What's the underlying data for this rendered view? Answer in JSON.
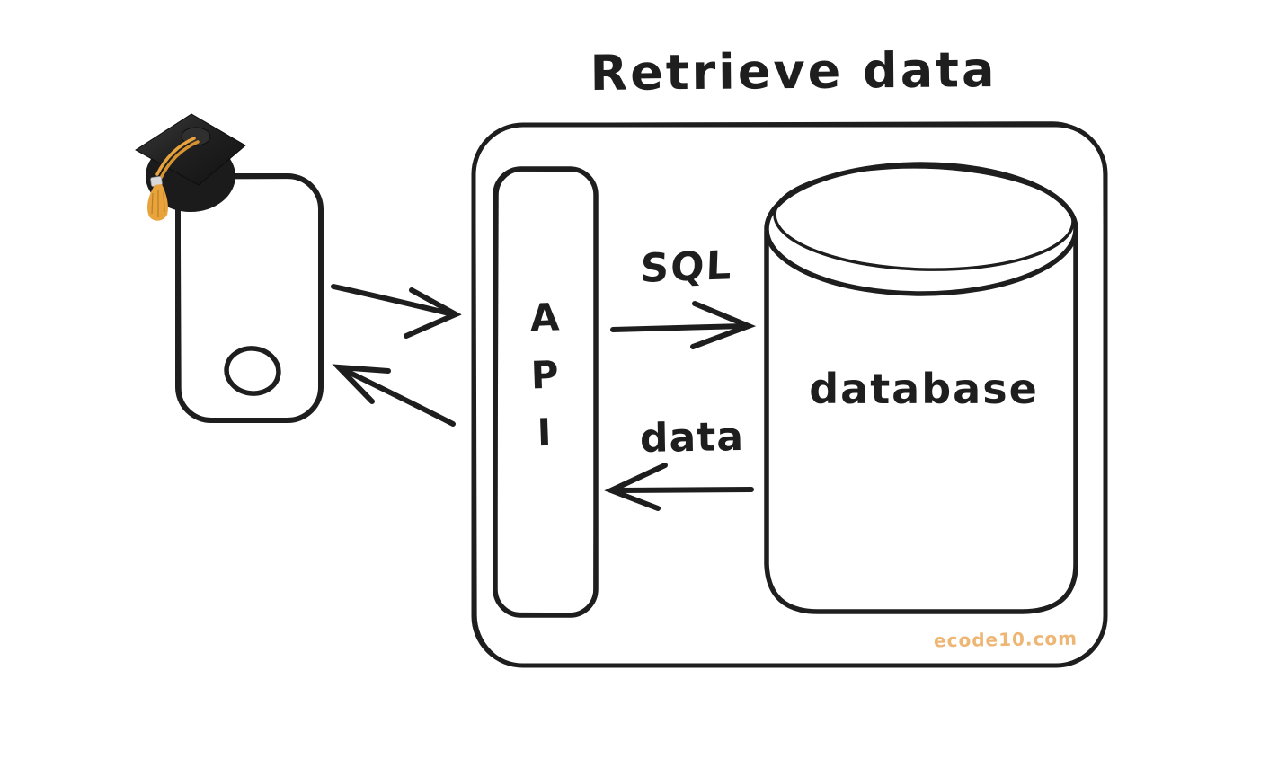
{
  "title": "Retrieve data",
  "client": {
    "device": "phone",
    "icon": "graduation-cap"
  },
  "backend": {
    "api": {
      "letters": [
        "A",
        "P",
        "I"
      ]
    },
    "database": {
      "label": "database"
    },
    "request_flow": {
      "label": "SQL",
      "direction": "api-to-database"
    },
    "response_flow": {
      "label": "data",
      "direction": "database-to-api"
    },
    "watermark": "ecode10.com"
  },
  "colors": {
    "ink": "#1e1e1e",
    "background": "#ffffff",
    "watermark_orange": "#eeb674",
    "tassel_gold": "#e8a33d",
    "cap_black": "#1f1f1f"
  }
}
